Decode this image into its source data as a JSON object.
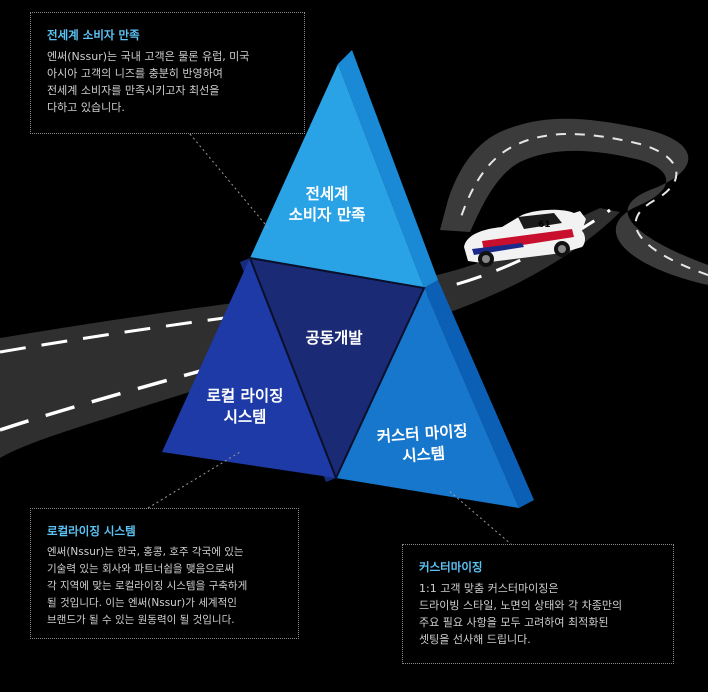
{
  "colors": {
    "background": "#000000",
    "accent_title": "#5cc3f5",
    "top_face": "#2aa3e6",
    "center_face": "#1b2a74",
    "left_face": "#1e3aa6",
    "right_face": "#1677cc",
    "right_side": "#0b5fb5"
  },
  "pyramid": {
    "top": "전세계\n소비자 만족",
    "center": "공동개발",
    "left": "로컬 라이징\n시스템",
    "right": "커스터 마이징\n시스템"
  },
  "callouts": {
    "global": {
      "title": "전세계 소비자 만족",
      "body": "엔써(Nssur)는 국내 고객은 물론 유럽, 미국\n아시아 고객의 니즈를 충분히 반영하여\n전세계 소비자를 만족시키고자 최선을\n다하고 있습니다."
    },
    "local": {
      "title": "로컬라이징 시스템",
      "body": "엔써(Nssur)는 한국, 홍콩, 호주 각국에 있는\n기술력 있는 회사와 파트너쉽을 맺음으로써\n각 지역에 맞는 로컬라이징 시스템을 구축하게\n될 것입니다. 이는 엔써(Nssur)가 세계적인\n브랜드가 될 수 있는 원동력이 될 것입니다."
    },
    "custom": {
      "title": "커스터마이징",
      "body": "1:1 고객 맞춤 커스터마이징은\n드라이빙 스타일, 노면의 상태와 각 차종만의\n주요 필요 사항을 모두 고려하여 최적화된\n셋팅을 선사해 드립니다."
    }
  },
  "car": {
    "number": "61"
  }
}
